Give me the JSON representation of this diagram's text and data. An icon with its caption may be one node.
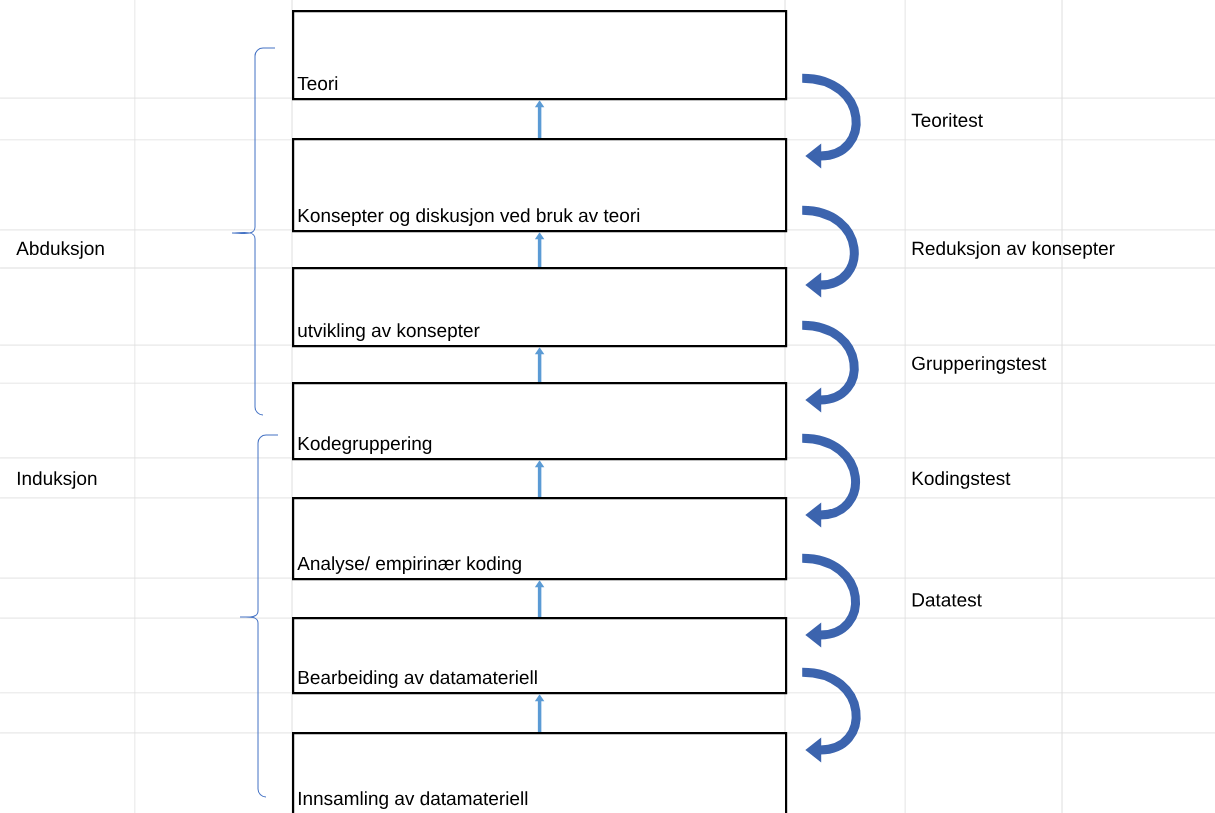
{
  "diagram": {
    "nodes": [
      {
        "text": [
          "Teori"
        ]
      },
      {
        "text": [
          "Konsepter og diskusjon ved bruk av teori"
        ]
      },
      {
        "text": [
          "utvikling av konsepter"
        ]
      },
      {
        "text": [
          "Kodegruppering"
        ]
      },
      {
        "text": [
          "Analyse/ empirinær koding"
        ]
      },
      {
        "text": [
          "Bearbeiding av datamateriell"
        ]
      },
      {
        "text": [
          "Innsamling av datamateriell"
        ]
      }
    ],
    "edges": [
      {
        "from": 1,
        "to": 0,
        "arrow": "to"
      },
      {
        "from": 2,
        "to": 1,
        "arrow": "to"
      },
      {
        "from": 3,
        "to": 2,
        "arrow": "to"
      },
      {
        "from": 4,
        "to": 3,
        "arrow": "to"
      },
      {
        "from": 5,
        "to": 4,
        "arrow": "to"
      },
      {
        "from": 6,
        "to": 5,
        "arrow": "to"
      },
      {
        "from": 0,
        "to": 1,
        "arrow": "to",
        "label": "Teoritest",
        "style": "thick",
        "color": "#3c64ae"
      },
      {
        "from": 1,
        "to": 2,
        "arrow": "to",
        "label": "Reduksjon av konsepter",
        "style": "thick",
        "color": "#3c64ae"
      },
      {
        "from": 2,
        "to": 3,
        "arrow": "to",
        "label": "Grupperingstest",
        "style": "thick",
        "color": "#3c64ae"
      },
      {
        "from": 3,
        "to": 4,
        "arrow": "to",
        "label": "Kodingstest",
        "style": "thick",
        "color": "#3c64ae"
      },
      {
        "from": 4,
        "to": 5,
        "arrow": "to",
        "label": "Datatest",
        "style": "thick",
        "color": "#3c64ae"
      },
      {
        "from": 5,
        "to": 6,
        "arrow": "to",
        "style": "thick",
        "color": "#3c64ae"
      }
    ],
    "labels": [
      "Abduksjon",
      "Induksjon"
    ]
  }
}
